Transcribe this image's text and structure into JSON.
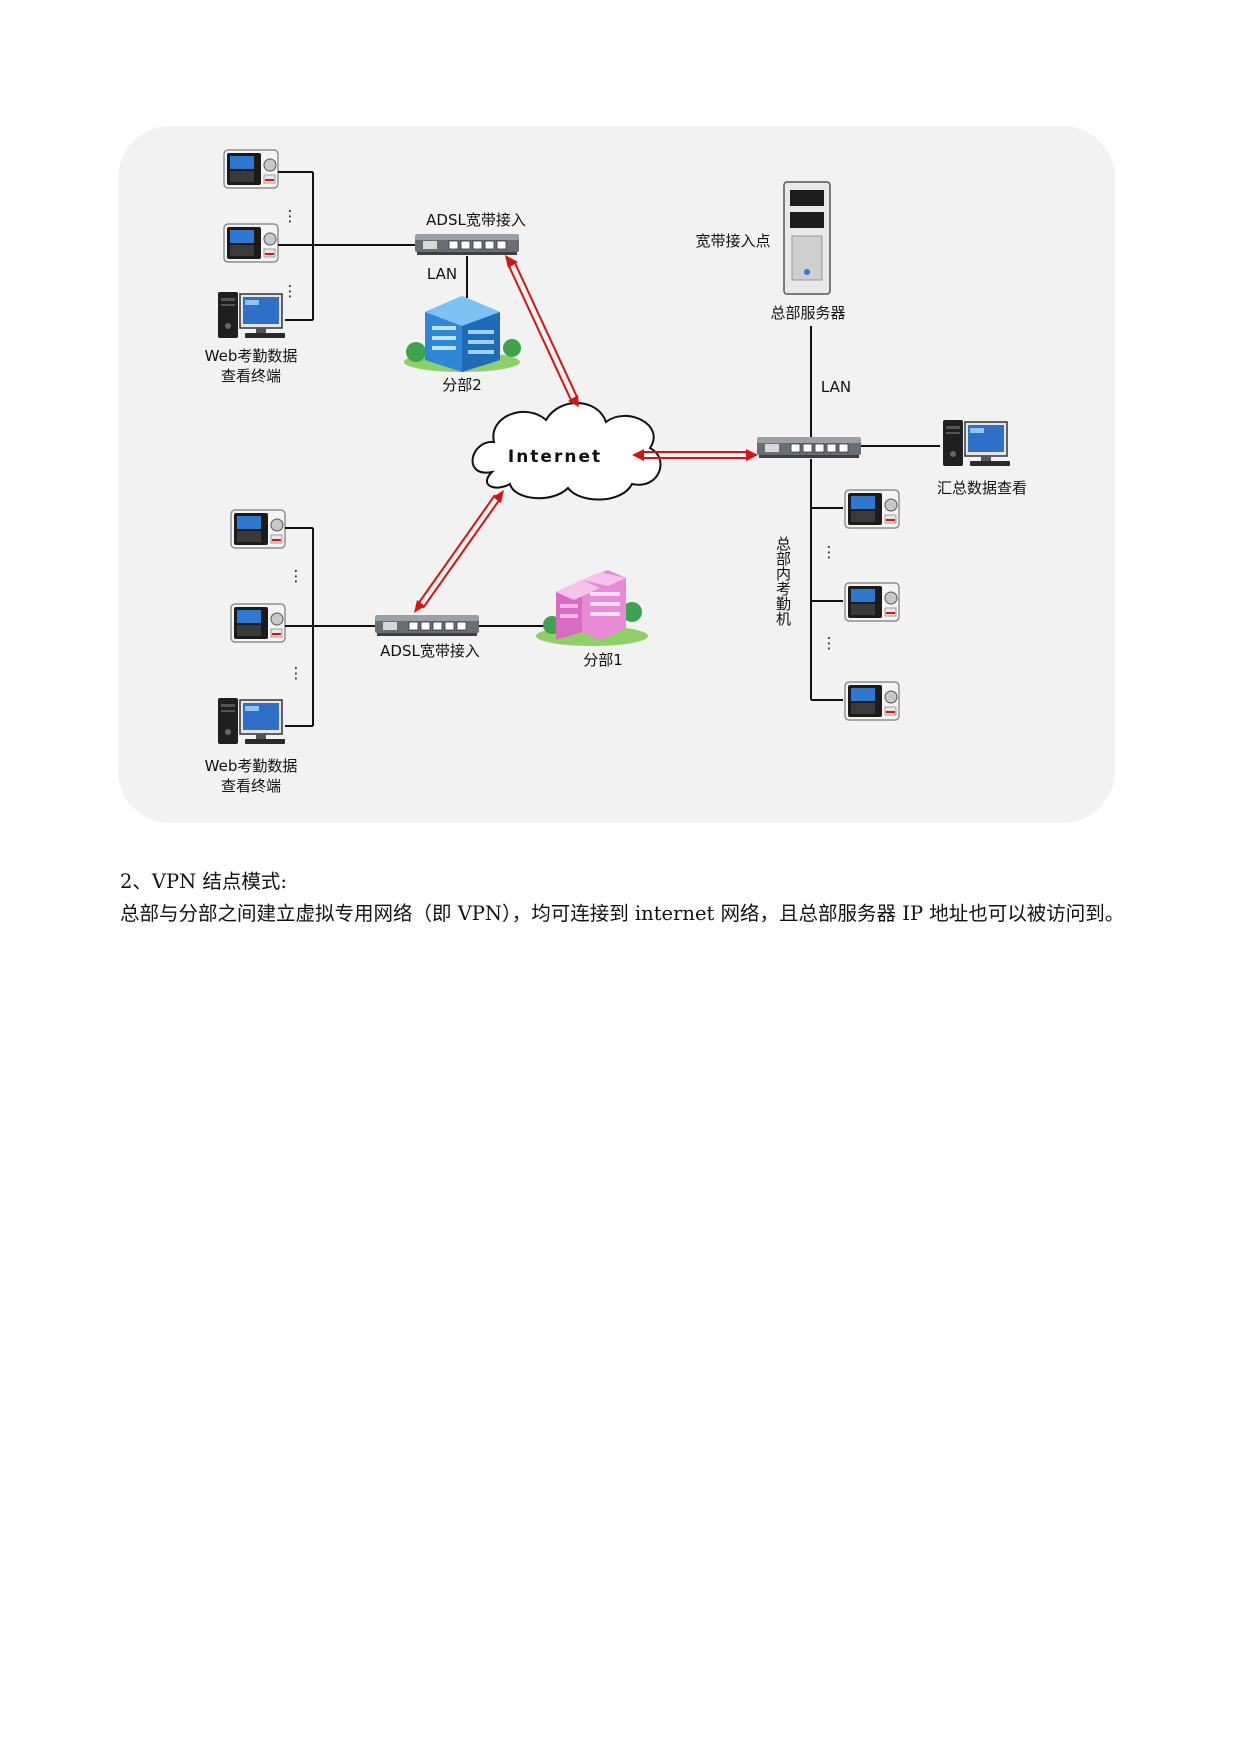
{
  "diagram": {
    "internet_label": "Internet",
    "branch2": {
      "adsl_label": "ADSL宽带接入",
      "lan_label": "LAN",
      "building_label": "分部2",
      "web_terminal_label_line1": "Web考勤数据",
      "web_terminal_label_line2": "查看终端",
      "ellipsis": "⋮"
    },
    "branch1": {
      "adsl_label": "ADSL宽带接入",
      "building_label": "分部1",
      "web_terminal_label_line1": "Web考勤数据",
      "web_terminal_label_line2": "查看终端",
      "ellipsis": "⋮"
    },
    "headquarters": {
      "broadband_label": "宽带接入点",
      "server_label": "总部服务器",
      "lan_label": "LAN",
      "summary_label": "汇总数据查看",
      "attendance_label": "总部内考勤机",
      "ellipsis": "⋮"
    },
    "colors": {
      "panel_background": "#f2f2f2",
      "arrow": "#d41414",
      "building_branch2": "#2e86d6",
      "building_branch1": "#e88ad6"
    }
  },
  "text": {
    "heading": "2、VPN 结点模式:",
    "paragraph": "总部与分部之间建立虚拟专用网络（即 VPN），均可连接到 internet 网络，且总部服务器 IP 地址也可以被访问到。"
  }
}
